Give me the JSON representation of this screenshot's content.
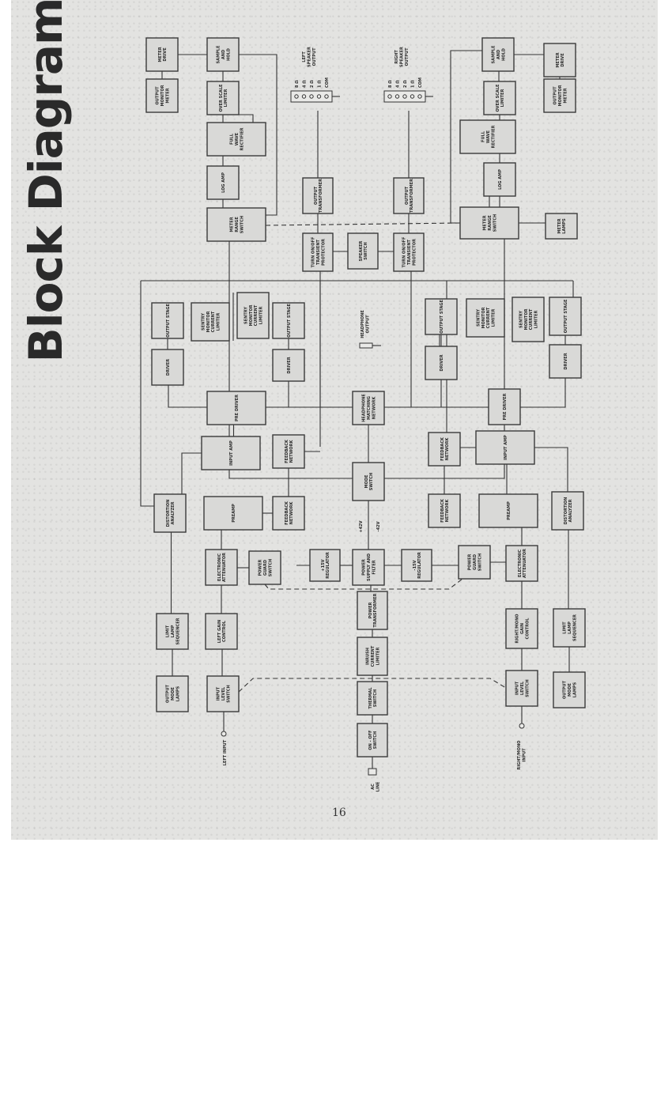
{
  "page": {
    "title": "Block Diagram",
    "page_number": "16"
  },
  "blocks": {
    "l_meter_drive": "METER|DRIVE",
    "l_output_meter": "OUTPUT|MONITOR|METER",
    "l_sample_hold": "SAMPLE|AND|HOLD",
    "l_over_scale": "OVER SCALE|LIMITER",
    "l_full_wave": "FULL|WAVE|RECTIFIER",
    "l_log_amp": "LOG AMP",
    "l_meter_range": "METER|RANGE|SWITCH",
    "l_output_stage_1": "OUTPUT STAGE",
    "l_driver_1": "DRIVER",
    "l_sentry_1": "SENTRY|MONITOR|CURRENT|LIMITER",
    "l_sentry_2": "SENTRY|MONITOR|CURRENT|LIMITER",
    "l_driver_2": "DRIVER",
    "l_output_stage_2": "OUTPUT STAGE",
    "l_pre_driver": "PRE DRIVER",
    "l_input_amp": "INPUT AMP",
    "l_feedback_1": "FEEDBACK|NETWORK",
    "l_distortion": "DISTORTION|ANALYZER",
    "l_preamp": "PREAMP",
    "l_feedback_2": "FEEDBACK|NETWORK",
    "l_electronic_att": "ELECTRONIC|ATTENUATOR",
    "l_power_guard": "POWER|GUARD|SWITCH",
    "l_limit_lamp": "LIMIT|LAMP|SEQUENCER",
    "l_left_gain": "LEFT GAIN|CONTROL",
    "l_output_mode": "OUTPUT|MODE|LAMPS",
    "l_input_level": "INPUT|LEVEL|SWITCH",
    "output_transformer_l": "OUTPUT|TRANSFORMER",
    "turn_on_off_l": "TURN ON/OFF|TRANSIENT|PROTECTOR",
    "speaker_switch": "SPEAKER|SWITCH",
    "headphone_matching": "HEADPHONE|MATCHING|NETWORK",
    "mode_switch": "MODE|SWITCH",
    "reg_plus15": "+15V|REGULATOR",
    "power_supply": "POWER|SUPPLY AND|FILTER",
    "reg_minus15": "-15V|REGULATOR",
    "power_transformer": "POWER|TRANSFORMER",
    "inrush_limiter": "INRUSH|CURRENT|LIMITER",
    "thermal_switch": "THERMAL|SWITCH",
    "on_off_switch": "ON - OFF|SWITCH",
    "output_transformer_r": "OUTPUT|TRANSFORMER",
    "turn_on_off_r": "TURN ON/OFF|TRANSIENT|PROTECTOR",
    "r_sample_hold": "SAMPLE|AND|HOLD",
    "r_meter_drive": "METER|DRIVE",
    "r_output_meter": "OUTPUT|MONITOR|METER",
    "r_over_scale": "OVER SCALE|LIMITER",
    "r_full_wave": "FULL|WAVE|RECTIFIER",
    "r_log_amp": "LOG AMP",
    "r_meter_range": "METER|RANGE|SWITCH",
    "r_meter_lamps": "METER|LAMPS",
    "r_output_stage_1": "OUTPUT STAGE",
    "r_sentry_1": "SENTRY|MONITOR|CURRENT|LIMITER",
    "r_driver_1": "DRIVER",
    "r_sentry_2": "SENTRY|MONITOR|CURRENT|LIMITER",
    "r_output_stage_2": "OUTPUT STAGE",
    "r_driver_2": "DRIVER",
    "r_pre_driver": "PRE DRIVER",
    "r_feedback_1": "FEEDBACK|NETWORK",
    "r_input_amp": "INPUT AMP",
    "r_feedback_2": "FEEDBACK|NETWORK",
    "r_preamp": "PREAMP",
    "r_distortion": "DISTORTION|ANALYZER",
    "r_power_guard": "POWER|GUARD|SWITCH",
    "r_electronic_att": "ELECTRONIC|ATTENUATOR",
    "r_gain_control": "RIGHT/MONO|GAIN|CONTROL",
    "r_limit_lamp": "LIMIT|LAMP|SEQUENCER",
    "r_input_level": "INPUT|LEVEL|SWITCH",
    "r_output_mode": "OUTPUT|MODE|LAMPS"
  },
  "labels": {
    "left_speaker_output": "LEFT|SPEAKER|OUTPUT",
    "right_speaker_output": "RIGHT|SPEAKER|OUTPUT",
    "headphone_output": "HEADPHONE|OUTPUT",
    "left_input": "LEFT INPUT",
    "right_mono_input": "RIGHT/MONO|INPUT",
    "ac_line": "AC|LINE",
    "plus42": "+42V",
    "minus42": "-42V",
    "terminals": [
      "8 Ω",
      "4 Ω",
      "2 Ω",
      "1 Ω",
      "COM"
    ]
  }
}
